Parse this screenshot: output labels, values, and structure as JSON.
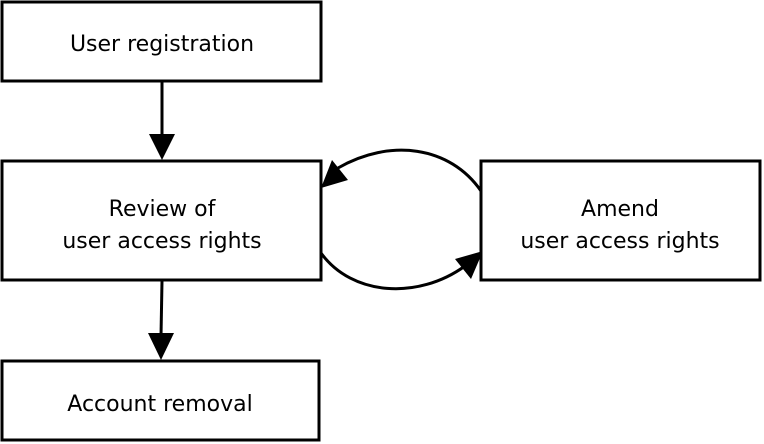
{
  "nodes": {
    "registration": {
      "label": "User registration"
    },
    "review": {
      "line1": "Review of",
      "line2": "user access rights"
    },
    "amend": {
      "line1": "Amend",
      "line2": "user access rights"
    },
    "removal": {
      "label": "Account removal"
    }
  },
  "colors": {
    "stroke": "#000000",
    "fill": "#ffffff",
    "text": "#000000"
  }
}
